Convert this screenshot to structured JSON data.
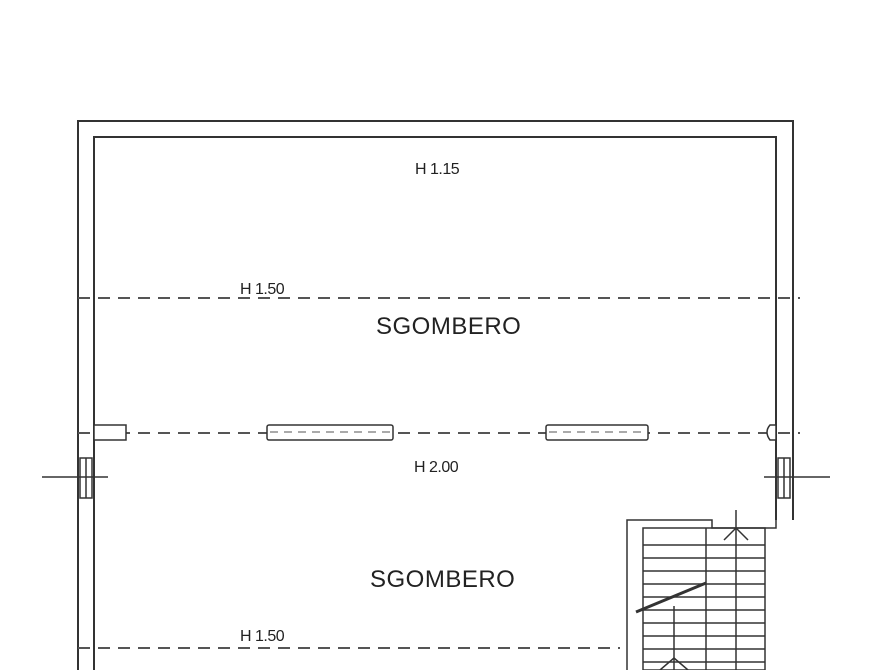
{
  "plan": {
    "height_top": "H 1.15",
    "height_upper_dashed": "H 1.50",
    "room_upper": "SGOMBERO",
    "height_middle": "H 2.00",
    "room_lower": "SGOMBERO",
    "height_lower_dashed": "H 1.50"
  },
  "colors": {
    "line": "#333333",
    "dash": "#555555",
    "background": "#ffffff"
  }
}
